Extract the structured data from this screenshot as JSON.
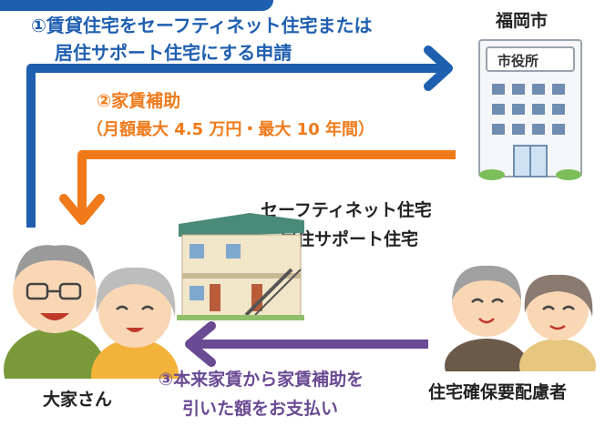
{
  "steps": {
    "step1": {
      "line1": "①賃貸住宅をセーフティネット住宅または",
      "line2": "居住サポート住宅にする申請"
    },
    "step2": {
      "line1": "②家賃補助",
      "line2": "（月額最大 4.5 万円・最大 10 年間）"
    },
    "step3": {
      "line1": "③本来家賃から家賃補助を",
      "line2": "引いた額をお支払い"
    }
  },
  "actors": {
    "city": {
      "name": "福岡市",
      "sign": "市役所"
    },
    "landlord": "大家さん",
    "tenant": "住宅確保要配慮者",
    "housing": {
      "line1": "セーフティネット住宅",
      "line2": "・居住サポート住宅"
    }
  },
  "colors": {
    "blue": "#1f5fb0",
    "orange": "#f07a1a",
    "purple": "#6a4a93"
  }
}
